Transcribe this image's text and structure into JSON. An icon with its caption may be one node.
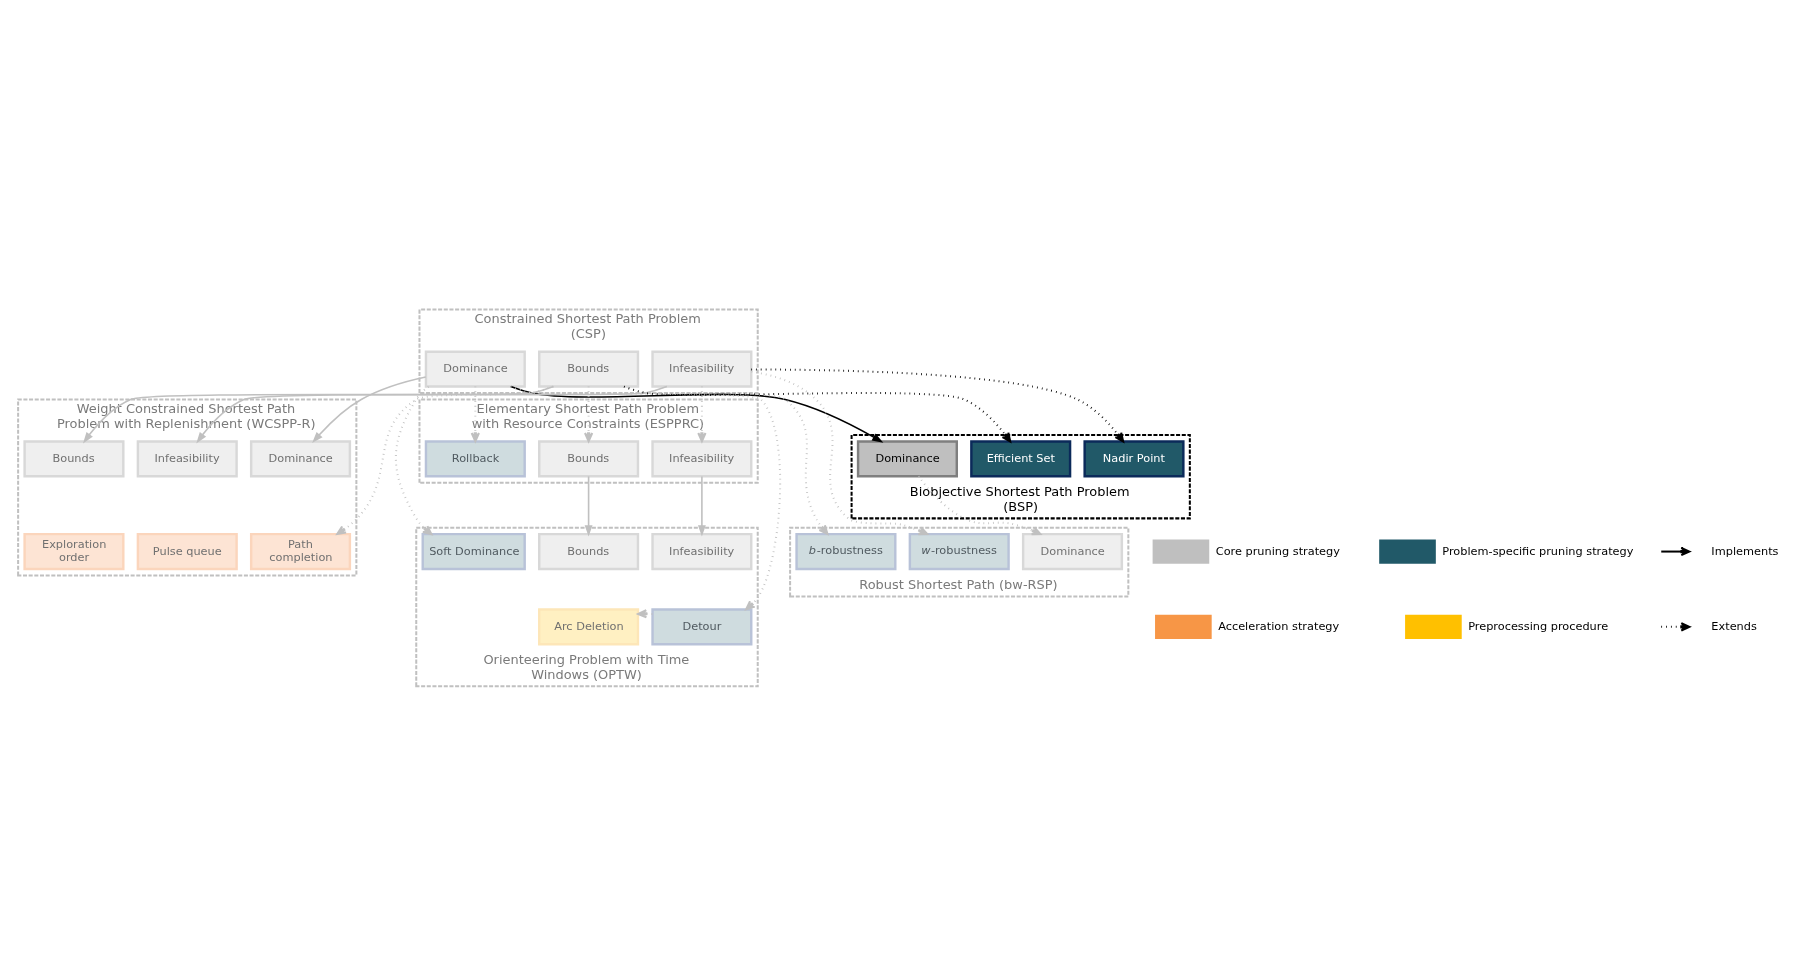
{
  "diagram": {
    "nodes": [
      {
        "text": [
          "Weight Constrained Shortest Path Problem with Replenishment (WCSPP-R)"
        ]
      },
      {
        "text": [
          "Dominance"
        ],
        "in": 0
      },
      {
        "text": [
          "Infeasibility"
        ],
        "in": 0
      },
      {
        "text": [
          "Bounds"
        ],
        "in": 0
      },
      {
        "text": [
          "Path completion"
        ],
        "in": 0
      },
      {
        "text": [
          "Pulse queue"
        ],
        "in": 0
      },
      {
        "text": [
          "Exploration order"
        ],
        "in": 0
      },
      {
        "text": [
          "Constrained Shortest Path Problem (CSP)"
        ]
      },
      {
        "text": [
          "Dominance"
        ],
        "in": 7
      },
      {
        "text": [
          "Infeasibility"
        ],
        "in": 7
      },
      {
        "text": [
          "Bounds"
        ],
        "in": 7
      },
      {
        "text": [
          "Elementary Shortest Path Problem with Resource Constraints (ESPPRC)"
        ]
      },
      {
        "text": [
          "Infeasibility"
        ],
        "in": 11
      },
      {
        "text": [
          "Bounds"
        ],
        "in": 11
      },
      {
        "text": [
          "Rollback"
        ],
        "in": 11
      },
      {
        "text": [
          "Robust Shortest Path (bw-RSP)"
        ]
      },
      {
        "text": [
          "*w*-robustness"
        ],
        "in": 15
      },
      {
        "text": [
          "*b*-robustness"
        ],
        "in": 15
      },
      {
        "text": [
          "Dominance"
        ],
        "in": 15
      },
      {
        "text": [
          "Biobjective Shortest Path Problem (BSP)"
        ]
      },
      {
        "text": [
          "Dominance"
        ],
        "in": 19
      },
      {
        "text": [
          "Nadir Point"
        ],
        "in": 19
      },
      {
        "text": [
          "Efficient Set"
        ],
        "in": 19
      },
      {
        "text": [
          "Orienteering Problem with Time Windows (OPTW)"
        ]
      },
      {
        "text": [
          "Infeasibility"
        ],
        "in": 23
      },
      {
        "text": [
          "Bounds"
        ],
        "in": 23
      },
      {
        "text": [
          "Soft Dominance"
        ],
        "in": 23
      },
      {
        "text": [
          "Detour"
        ],
        "in": 23
      },
      {
        "text": [
          "Arc Deletion"
        ],
        "in": 23
      }
    ],
    "edges": [
      {
        "from": 8,
        "to": 1,
        "arrow": "to"
      },
      {
        "from": 9,
        "to": 2,
        "arrow": "to"
      },
      {
        "from": 10,
        "to": 3,
        "arrow": "to"
      },
      {
        "from": 8,
        "to": 20,
        "arrow": "to",
        "color": "#000000"
      },
      {
        "from": 9,
        "to": 21,
        "arrow": "to",
        "style": "dashed",
        "color": "#000000"
      },
      {
        "from": 10,
        "to": 22,
        "arrow": "to",
        "style": "dashed",
        "color": "#000000"
      },
      {
        "from": 10,
        "to": 4,
        "arrow": "to",
        "style": "dashed"
      },
      {
        "from": 10,
        "to": 13,
        "arrow": "to",
        "style": "dashed"
      },
      {
        "from": 8,
        "to": 14,
        "arrow": "to",
        "style": "dashed"
      },
      {
        "from": 9,
        "to": 12,
        "arrow": "to",
        "style": "dashed"
      },
      {
        "from": 12,
        "to": 24,
        "arrow": "to"
      },
      {
        "from": 13,
        "to": 25,
        "arrow": "to"
      },
      {
        "from": 9,
        "to": 16,
        "arrow": "to",
        "style": "dashed"
      },
      {
        "from": 10,
        "to": 17,
        "arrow": "to",
        "style": "dashed"
      },
      {
        "from": 8,
        "to": 26,
        "arrow": "to",
        "style": "dashed"
      },
      {
        "from": 8,
        "to": 27,
        "arrow": "to",
        "style": "dashed"
      },
      {
        "from": 20,
        "to": 18,
        "arrow": "to",
        "style": "dashed"
      },
      {
        "from": 27,
        "to": 28,
        "arrow": "to",
        "style": "dashed"
      }
    ],
    "legend": [
      {
        "text": "Core pruning strategy",
        "color": "#bfbfbf"
      },
      {
        "text": "Problem-specific pruning strategy",
        "color": "#215968"
      },
      {
        "text": "Implements"
      },
      {
        "text": "Acceleration strategy",
        "color": "#f79646"
      },
      {
        "text": "Preprocessing procedure",
        "color": "#ffc000"
      },
      {
        "text": "Extends"
      }
    ]
  }
}
